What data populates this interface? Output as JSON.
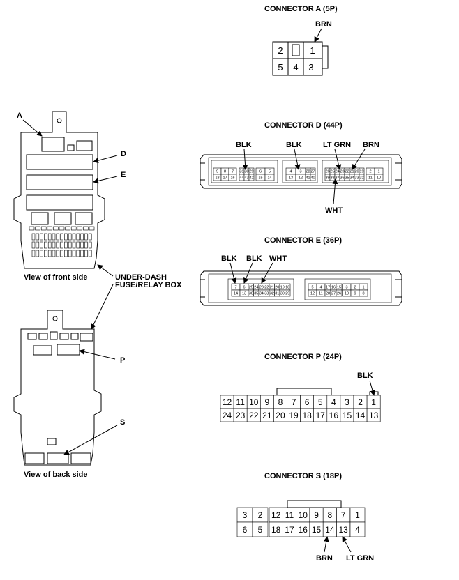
{
  "fuse_box": {
    "callouts": {
      "a": "A",
      "d": "D",
      "e": "E",
      "p": "P",
      "s": "S"
    },
    "front_caption": "View of front side",
    "back_caption": "View of back side",
    "box_label_line1": "UNDER-DASH",
    "box_label_line2": "FUSE/RELAY BOX"
  },
  "connector_a": {
    "title": "CONNECTOR A (5P)",
    "pins_top": [
      "2",
      "",
      "1"
    ],
    "pins_bottom": [
      "5",
      "4",
      "3"
    ],
    "wires": {
      "brn": "BRN"
    }
  },
  "connector_d": {
    "title": "CONNECTOR D (44P)",
    "wires": {
      "blk1": "BLK",
      "blk2": "BLK",
      "ltgrn": "LT GRN",
      "brn": "BRN",
      "wht": "WHT"
    },
    "block1_top": [
      "9",
      "8",
      "7",
      "31",
      "30",
      "29",
      "6",
      "5"
    ],
    "block1_bottom": [
      "18",
      "17",
      "16",
      "44",
      "43",
      "42",
      "15",
      "14"
    ],
    "block2_top": [
      "4",
      "3",
      "28",
      "27"
    ],
    "block2_bottom": [
      "13",
      "12",
      "41",
      "40"
    ],
    "block3_top": [
      "26",
      "25",
      "24",
      "23",
      "22",
      "21",
      "20",
      "19"
    ],
    "block3_bottom": [
      "39",
      "38",
      "37",
      "36",
      "35",
      "34",
      "33",
      "32"
    ],
    "block4_top": [
      "2",
      "1"
    ],
    "block4_bottom": [
      "11",
      "10"
    ]
  },
  "connector_e": {
    "title": "CONNECTOR E (36P)",
    "wires": {
      "blk1": "BLK",
      "blk2": "BLK",
      "wht": "WHT"
    },
    "block1_top": [
      "7",
      "6",
      "25",
      "24",
      "23",
      "22",
      "21",
      "20",
      "19",
      "18"
    ],
    "block1_bottom": [
      "14",
      "13",
      "36",
      "35",
      "34",
      "33",
      "32",
      "31",
      "30",
      "29"
    ],
    "block2_top": [
      "5",
      "4",
      "17",
      "16",
      "15",
      "3",
      "2",
      "1"
    ],
    "block2_bottom": [
      "12",
      "11",
      "28",
      "27",
      "26",
      "10",
      "9",
      "8"
    ]
  },
  "connector_p": {
    "title": "CONNECTOR P (24P)",
    "wires": {
      "blk": "BLK"
    },
    "pins_top": [
      "12",
      "11",
      "10",
      "9",
      "8",
      "7",
      "6",
      "5",
      "4",
      "3",
      "2",
      "1"
    ],
    "pins_bottom": [
      "24",
      "23",
      "22",
      "21",
      "20",
      "19",
      "18",
      "17",
      "16",
      "15",
      "14",
      "13"
    ]
  },
  "connector_s": {
    "title": "CONNECTOR S (18P)",
    "wires": {
      "brn": "BRN",
      "ltgrn": "LT GRN"
    },
    "left_top": [
      "3",
      "2"
    ],
    "left_bottom": [
      "6",
      "5"
    ],
    "mid_top": [
      "12",
      "11",
      "10",
      "9",
      "8",
      "7"
    ],
    "mid_bottom": [
      "18",
      "17",
      "16",
      "15",
      "14",
      "13"
    ],
    "right_top": "1",
    "right_bottom": "4"
  }
}
